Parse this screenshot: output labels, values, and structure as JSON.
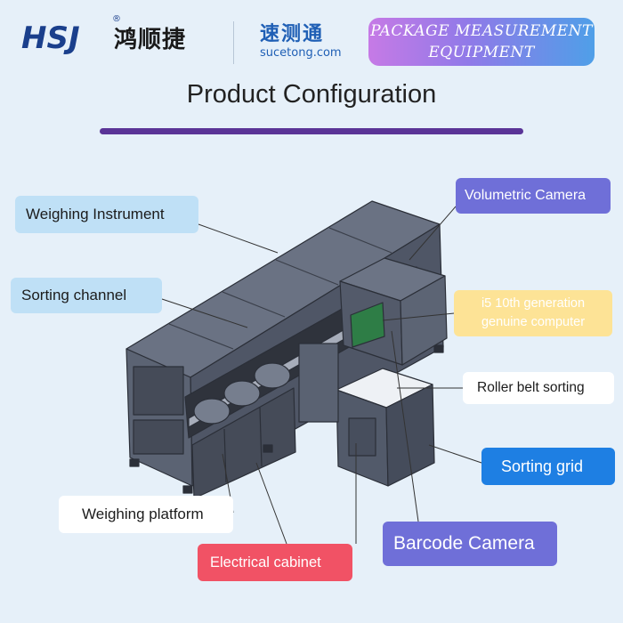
{
  "header": {
    "logo_text": "HSJ",
    "logo_reg": "®",
    "logo_cn": "鸿顺捷",
    "brand_cn": "速测通",
    "brand_url": "sucetong.com",
    "product_tag_line1": "PACKAGE MEASUREMENT",
    "product_tag_line2": "EQUIPMENT"
  },
  "title": "Product Configuration",
  "labels": {
    "weighing_instrument": "Weighing Instrument",
    "sorting_channel": "Sorting channel",
    "volumetric_camera": "Volumetric Camera",
    "computer_line1": "i5 10th generation",
    "computer_line2": "genuine computer",
    "roller_belt_sorting": "Roller belt sorting",
    "sorting_grid": "Sorting grid",
    "weighing_platform": "Weighing platform",
    "electrical_cabinet": "Electrical cabinet",
    "barcode_camera": "Barcode Camera"
  },
  "colors": {
    "background": "#e6f0f9",
    "title_underline": "#5a3497",
    "machine_body": "#5c6373",
    "label_lightblue": "#bfe0f6",
    "label_indigo": "#6f6fd8",
    "label_yellow": "#fde396",
    "label_blue": "#1e7fe3",
    "label_red": "#f15265"
  }
}
